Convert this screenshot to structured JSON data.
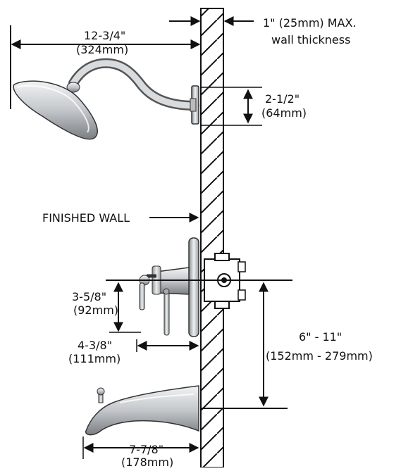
{
  "labels": {
    "shower_reach": "12-3/4\"",
    "shower_reach_mm": "(324mm)",
    "wall_thickness_line1": "1\" (25mm) MAX.",
    "wall_thickness_line2": "wall thickness",
    "arm_height": "2-1/2\"",
    "arm_height_mm": "(64mm)",
    "finished_wall": "FINISHED WALL",
    "valve_height": "3-5/8\"",
    "valve_height_mm": "(92mm)",
    "valve_depth": "4-3/8\"",
    "valve_depth_mm": "(111mm)",
    "valve_to_spout": "6\" - 11\"",
    "valve_to_spout_mm": "(152mm - 279mm)",
    "spout_reach": "7-7/8\"",
    "spout_reach_mm": "(178mm)"
  },
  "colors": {
    "line": "#111111",
    "chrome_light": "#e6e8ea",
    "chrome_mid": "#b8bcc0",
    "chrome_dark": "#6f7377"
  }
}
